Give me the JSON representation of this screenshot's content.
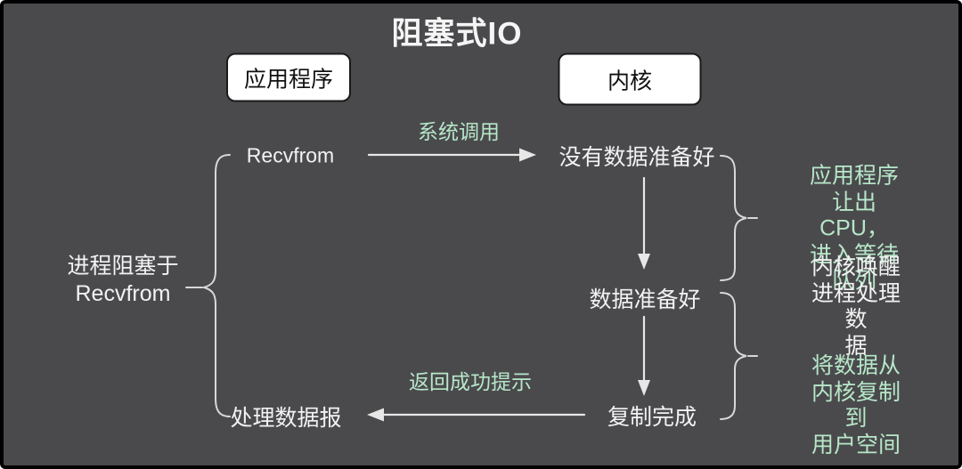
{
  "title": "阻塞式IO",
  "colors": {
    "background": "#4a4a4d",
    "frame_border": "#000000",
    "accent_green": "#b7e7c8",
    "text_white": "#f2f2f2",
    "box_fill": "#ffffff",
    "box_text": "#111111",
    "line": "#e7e7e7"
  },
  "lanes": {
    "application": "应用程序",
    "kernel": "内核"
  },
  "nodes": {
    "recvfrom": "Recvfrom",
    "no_data": "没有数据准备好",
    "data_ready": "数据准备好",
    "copy_done": "复制完成",
    "process_datagram": "处理数据报"
  },
  "edges": {
    "syscall": "系统调用",
    "return_success": "返回成功提示"
  },
  "annotations": {
    "blocked": "进程阻塞于\nRecvfrom",
    "yield_cpu": "应用程序让出CPU，\n进入等待队列",
    "wake_process": "内核唤醒进程处理数\n据",
    "copy_to_user": "将数据从内核复制到\n用户空间"
  }
}
